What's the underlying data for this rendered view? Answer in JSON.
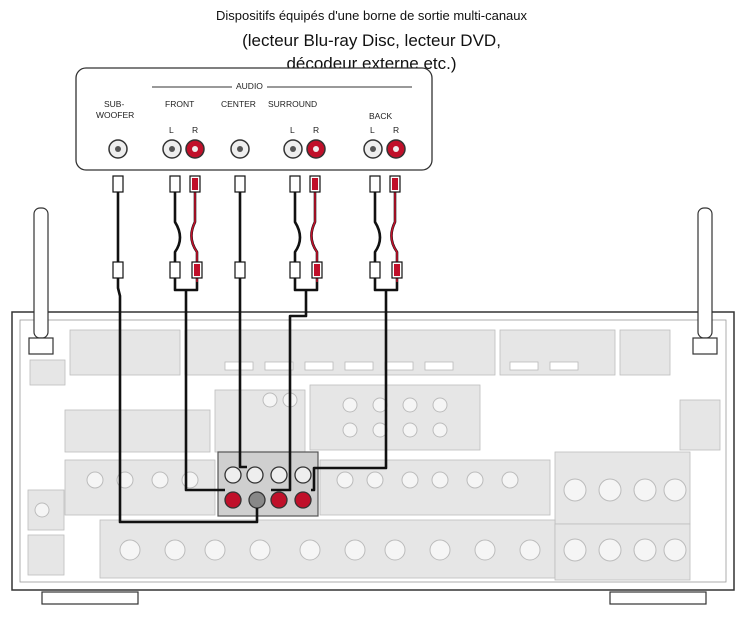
{
  "caption": {
    "line1": "Dispositifs équipés d'une borne de sortie multi-canaux",
    "line2": "(lecteur Blu-ray Disc, lecteur DVD,",
    "line3": "décodeur externe etc.)"
  },
  "source_panel": {
    "group_label": "AUDIO",
    "subwoofer_label_1": "SUB-",
    "subwoofer_label_2": "WOOFER",
    "front_label": "FRONT",
    "center_label": "CENTER",
    "surround_label": "SURROUND",
    "back_label": "BACK",
    "left": "L",
    "right": "R"
  },
  "colors": {
    "rca_white": "#e8e8e8",
    "rca_red": "#c0102a",
    "cable": "#111111",
    "panel_grey": "#d6d6d6"
  }
}
